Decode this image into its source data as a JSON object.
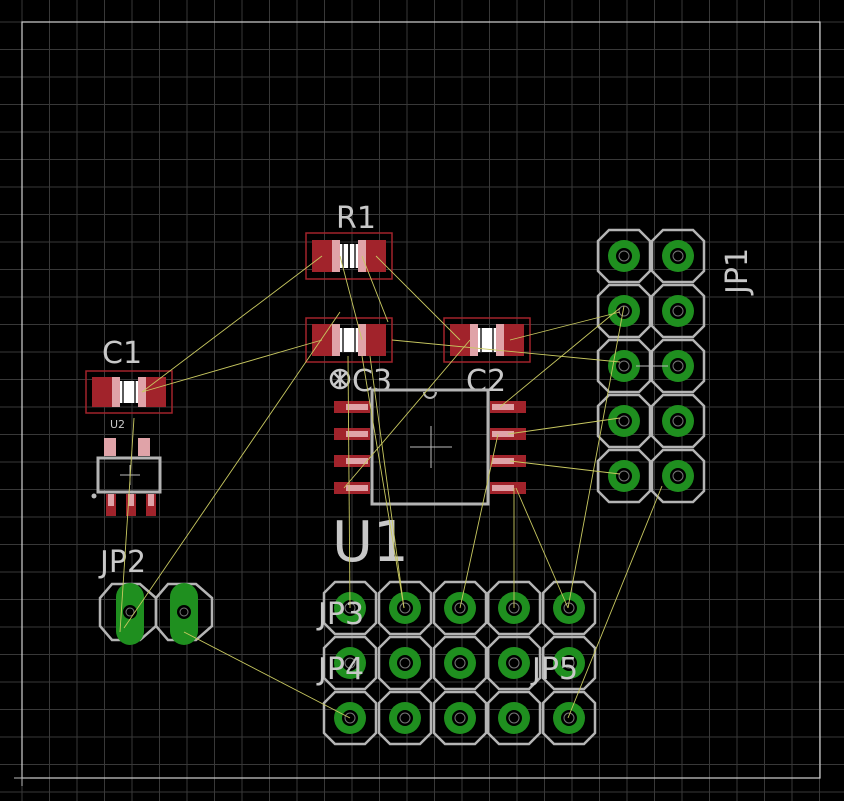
{
  "labels": {
    "r1": "R1",
    "c1": "C1",
    "c2": "C2",
    "c3": "C3",
    "u1": "U1",
    "u2": "U2",
    "jp1": "JP1",
    "jp2": "JP2",
    "jp3": "JP3",
    "jp4": "JP4",
    "jp5": "JP5"
  },
  "colors": {
    "background": "#000000",
    "grid": "#3a3a3a",
    "outline": "#d0d0d0",
    "pad_red": "#a1232b",
    "pad_pink": "#e0a3a8",
    "silkscreen": "#b4b4b4",
    "via_green": "#1f8f1f",
    "airwire": "#c8c860"
  }
}
